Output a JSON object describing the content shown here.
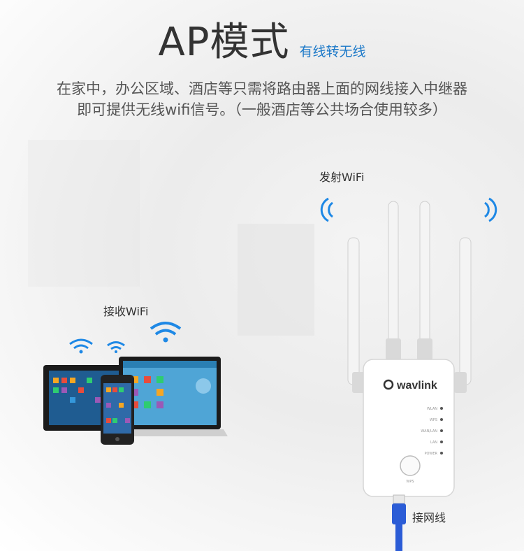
{
  "heading": {
    "title": "AP模式",
    "subtitle": "有线转无线"
  },
  "description": {
    "line1": "在家中，办公区域、酒店等只需将路由器上面的网线接入中继器",
    "line2": "即可提供无线wifi信号。（一般酒店等公共场合使用较多）"
  },
  "labels": {
    "emit_wifi": "发射WiFi",
    "receive_wifi": "接收WiFi",
    "cable": "接网线"
  },
  "device": {
    "brand": "wavlink",
    "led_labels": [
      "WLAN",
      "WPS",
      "WAN/LAN",
      "LAN",
      "POWER"
    ],
    "button_label": "WPS"
  },
  "colors": {
    "accent": "#1a78c8",
    "wifi_icon": "#1e88e5",
    "cable": "#2b5cd6"
  }
}
